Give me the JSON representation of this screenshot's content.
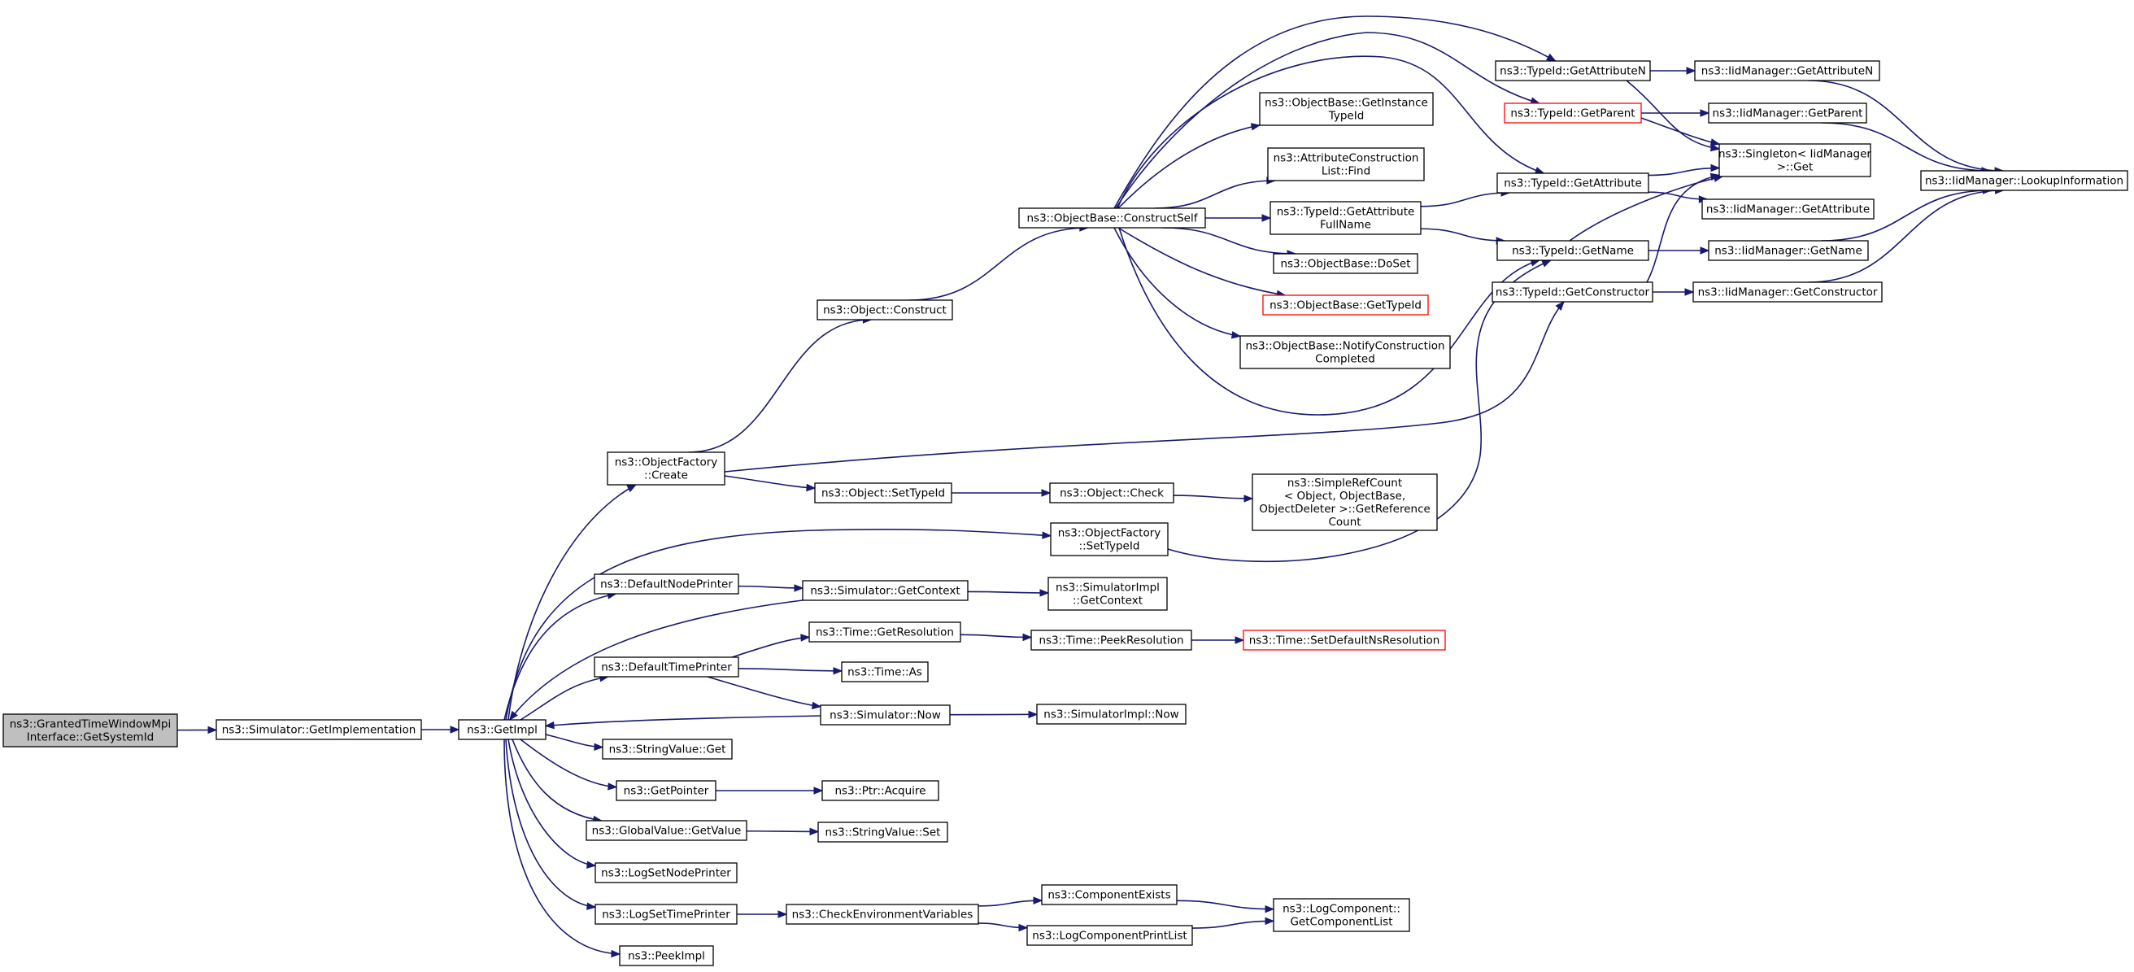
{
  "colors": {
    "edge": "#191970",
    "node_border": "#000000",
    "truncated_border": "#ff0000",
    "root_fill": "#bfbfbf",
    "background": "#ffffff"
  },
  "nodes": [
    {
      "id": "root",
      "lines": [
        "ns3::GrantedTimeWindowMpi",
        "Interface::GetSystemId"
      ],
      "style": "root"
    },
    {
      "id": "sim_getimpl",
      "lines": [
        "ns3::Simulator::GetImplementation"
      ]
    },
    {
      "id": "getimpl",
      "lines": [
        "ns3::GetImpl"
      ]
    },
    {
      "id": "of_create",
      "lines": [
        "ns3::ObjectFactory",
        "::Create"
      ]
    },
    {
      "id": "obj_construct",
      "lines": [
        "ns3::Object::Construct"
      ]
    },
    {
      "id": "ob_constructself",
      "lines": [
        "ns3::ObjectBase::ConstructSelf"
      ]
    },
    {
      "id": "ob_getinstancetypeid",
      "lines": [
        "ns3::ObjectBase::GetInstance",
        "TypeId"
      ]
    },
    {
      "id": "acl_find",
      "lines": [
        "ns3::AttributeConstruction",
        "List::Find"
      ]
    },
    {
      "id": "tid_getattrfullname",
      "lines": [
        "ns3::TypeId::GetAttribute",
        "FullName"
      ]
    },
    {
      "id": "ob_doset",
      "lines": [
        "ns3::ObjectBase::DoSet"
      ]
    },
    {
      "id": "ob_gettypeid",
      "lines": [
        "ns3::ObjectBase::GetTypeId"
      ],
      "style": "trunc"
    },
    {
      "id": "ob_notify",
      "lines": [
        "ns3::ObjectBase::NotifyConstruction",
        "Completed"
      ]
    },
    {
      "id": "tid_getattributen",
      "lines": [
        "ns3::TypeId::GetAttributeN"
      ]
    },
    {
      "id": "tid_getparent",
      "lines": [
        "ns3::TypeId::GetParent"
      ],
      "style": "trunc"
    },
    {
      "id": "tid_getattribute",
      "lines": [
        "ns3::TypeId::GetAttribute"
      ]
    },
    {
      "id": "tid_getname",
      "lines": [
        "ns3::TypeId::GetName"
      ]
    },
    {
      "id": "tid_getconstructor",
      "lines": [
        "ns3::TypeId::GetConstructor"
      ]
    },
    {
      "id": "iid_getattributen",
      "lines": [
        "ns3::IidManager::GetAttributeN"
      ]
    },
    {
      "id": "iid_getparent",
      "lines": [
        "ns3::IidManager::GetParent"
      ]
    },
    {
      "id": "singleton_get",
      "lines": [
        "ns3::Singleton< IidManager",
        " >::Get"
      ]
    },
    {
      "id": "iid_getattribute",
      "lines": [
        "ns3::IidManager::GetAttribute"
      ]
    },
    {
      "id": "iid_getname",
      "lines": [
        "ns3::IidManager::GetName"
      ]
    },
    {
      "id": "iid_getconstructor",
      "lines": [
        "ns3::IidManager::GetConstructor"
      ]
    },
    {
      "id": "iid_lookup",
      "lines": [
        "ns3::IidManager::LookupInformation"
      ]
    },
    {
      "id": "obj_settypeid",
      "lines": [
        "ns3::Object::SetTypeId"
      ]
    },
    {
      "id": "obj_check",
      "lines": [
        "ns3::Object::Check"
      ]
    },
    {
      "id": "src_getrefcount",
      "lines": [
        "ns3::SimpleRefCount",
        "< Object, ObjectBase,",
        " ObjectDeleter >::GetReference",
        "Count"
      ]
    },
    {
      "id": "of_settypeid",
      "lines": [
        "ns3::ObjectFactory",
        "::SetTypeId"
      ]
    },
    {
      "id": "defnodeprinter",
      "lines": [
        "ns3::DefaultNodePrinter"
      ]
    },
    {
      "id": "sim_getcontext",
      "lines": [
        "ns3::Simulator::GetContext"
      ]
    },
    {
      "id": "simimpl_getcontext",
      "lines": [
        "ns3::SimulatorImpl",
        "::GetContext"
      ]
    },
    {
      "id": "time_getresolution",
      "lines": [
        "ns3::Time::GetResolution"
      ]
    },
    {
      "id": "time_peekresolution",
      "lines": [
        "ns3::Time::PeekResolution"
      ]
    },
    {
      "id": "time_setdefaultns",
      "lines": [
        "ns3::Time::SetDefaultNsResolution"
      ],
      "style": "trunc"
    },
    {
      "id": "deftimeprinter",
      "lines": [
        "ns3::DefaultTimePrinter"
      ]
    },
    {
      "id": "time_as",
      "lines": [
        "ns3::Time::As"
      ]
    },
    {
      "id": "sim_now",
      "lines": [
        "ns3::Simulator::Now"
      ]
    },
    {
      "id": "simimpl_now",
      "lines": [
        "ns3::SimulatorImpl::Now"
      ]
    },
    {
      "id": "stringvalue_get",
      "lines": [
        "ns3::StringValue::Get"
      ]
    },
    {
      "id": "getpointer",
      "lines": [
        "ns3::GetPointer"
      ]
    },
    {
      "id": "ptr_acquire",
      "lines": [
        "ns3::Ptr::Acquire"
      ]
    },
    {
      "id": "globalvalue_getvalue",
      "lines": [
        "ns3::GlobalValue::GetValue"
      ]
    },
    {
      "id": "stringvalue_set",
      "lines": [
        "ns3::StringValue::Set"
      ]
    },
    {
      "id": "logsetnodeprinter",
      "lines": [
        "ns3::LogSetNodePrinter"
      ]
    },
    {
      "id": "logsettimeprinter",
      "lines": [
        "ns3::LogSetTimePrinter"
      ]
    },
    {
      "id": "checkenvvars",
      "lines": [
        "ns3::CheckEnvironmentVariables"
      ]
    },
    {
      "id": "componentexists",
      "lines": [
        "ns3::ComponentExists"
      ]
    },
    {
      "id": "logcomponentprintlist",
      "lines": [
        "ns3::LogComponentPrintList"
      ]
    },
    {
      "id": "logcomponent_getlist",
      "lines": [
        "ns3::LogComponent::",
        "GetComponentList"
      ]
    },
    {
      "id": "peekimpl",
      "lines": [
        "ns3::PeekImpl"
      ]
    }
  ],
  "edges": [
    [
      "root",
      "sim_getimpl"
    ],
    [
      "sim_getimpl",
      "getimpl"
    ],
    [
      "getimpl",
      "of_create"
    ],
    [
      "getimpl",
      "of_settypeid"
    ],
    [
      "getimpl",
      "defnodeprinter"
    ],
    [
      "getimpl",
      "deftimeprinter"
    ],
    [
      "getimpl",
      "stringvalue_get"
    ],
    [
      "getimpl",
      "getpointer"
    ],
    [
      "getimpl",
      "globalvalue_getvalue"
    ],
    [
      "getimpl",
      "logsetnodeprinter"
    ],
    [
      "getimpl",
      "logsettimeprinter"
    ],
    [
      "getimpl",
      "peekimpl"
    ],
    [
      "sim_getcontext",
      "getimpl"
    ],
    [
      "sim_now",
      "getimpl"
    ],
    [
      "of_create",
      "obj_construct"
    ],
    [
      "of_create",
      "tid_getconstructor"
    ],
    [
      "of_create",
      "obj_settypeid"
    ],
    [
      "obj_construct",
      "ob_constructself"
    ],
    [
      "ob_constructself",
      "ob_getinstancetypeid"
    ],
    [
      "ob_constructself",
      "acl_find"
    ],
    [
      "ob_constructself",
      "tid_getattrfullname"
    ],
    [
      "ob_constructself",
      "ob_doset"
    ],
    [
      "ob_constructself",
      "ob_gettypeid"
    ],
    [
      "ob_constructself",
      "ob_notify"
    ],
    [
      "ob_constructself",
      "tid_getattributen"
    ],
    [
      "ob_constructself",
      "tid_getparent"
    ],
    [
      "ob_constructself",
      "tid_getattribute"
    ],
    [
      "ob_constructself",
      "tid_getname"
    ],
    [
      "tid_getattrfullname",
      "tid_getattribute"
    ],
    [
      "tid_getattrfullname",
      "tid_getname"
    ],
    [
      "tid_getattributen",
      "iid_getattributen"
    ],
    [
      "tid_getattributen",
      "singleton_get"
    ],
    [
      "tid_getparent",
      "iid_getparent"
    ],
    [
      "tid_getparent",
      "singleton_get"
    ],
    [
      "tid_getattribute",
      "singleton_get"
    ],
    [
      "tid_getattribute",
      "iid_getattribute"
    ],
    [
      "tid_getname",
      "singleton_get"
    ],
    [
      "tid_getname",
      "iid_getname"
    ],
    [
      "tid_getconstructor",
      "singleton_get"
    ],
    [
      "tid_getconstructor",
      "iid_getconstructor"
    ],
    [
      "iid_getattributen",
      "iid_lookup"
    ],
    [
      "iid_getparent",
      "iid_lookup"
    ],
    [
      "iid_getname",
      "iid_lookup"
    ],
    [
      "iid_getconstructor",
      "iid_lookup"
    ],
    [
      "obj_settypeid",
      "obj_check"
    ],
    [
      "obj_check",
      "src_getrefcount"
    ],
    [
      "of_settypeid",
      "tid_getname"
    ],
    [
      "defnodeprinter",
      "sim_getcontext"
    ],
    [
      "sim_getcontext",
      "simimpl_getcontext"
    ],
    [
      "deftimeprinter",
      "time_getresolution"
    ],
    [
      "deftimeprinter",
      "time_as"
    ],
    [
      "deftimeprinter",
      "sim_now"
    ],
    [
      "time_getresolution",
      "time_peekresolution"
    ],
    [
      "time_peekresolution",
      "time_setdefaultns"
    ],
    [
      "sim_now",
      "simimpl_now"
    ],
    [
      "getpointer",
      "ptr_acquire"
    ],
    [
      "globalvalue_getvalue",
      "stringvalue_set"
    ],
    [
      "logsettimeprinter",
      "checkenvvars"
    ],
    [
      "checkenvvars",
      "componentexists"
    ],
    [
      "checkenvvars",
      "logcomponentprintlist"
    ],
    [
      "componentexists",
      "logcomponent_getlist"
    ],
    [
      "logcomponentprintlist",
      "logcomponent_getlist"
    ]
  ]
}
